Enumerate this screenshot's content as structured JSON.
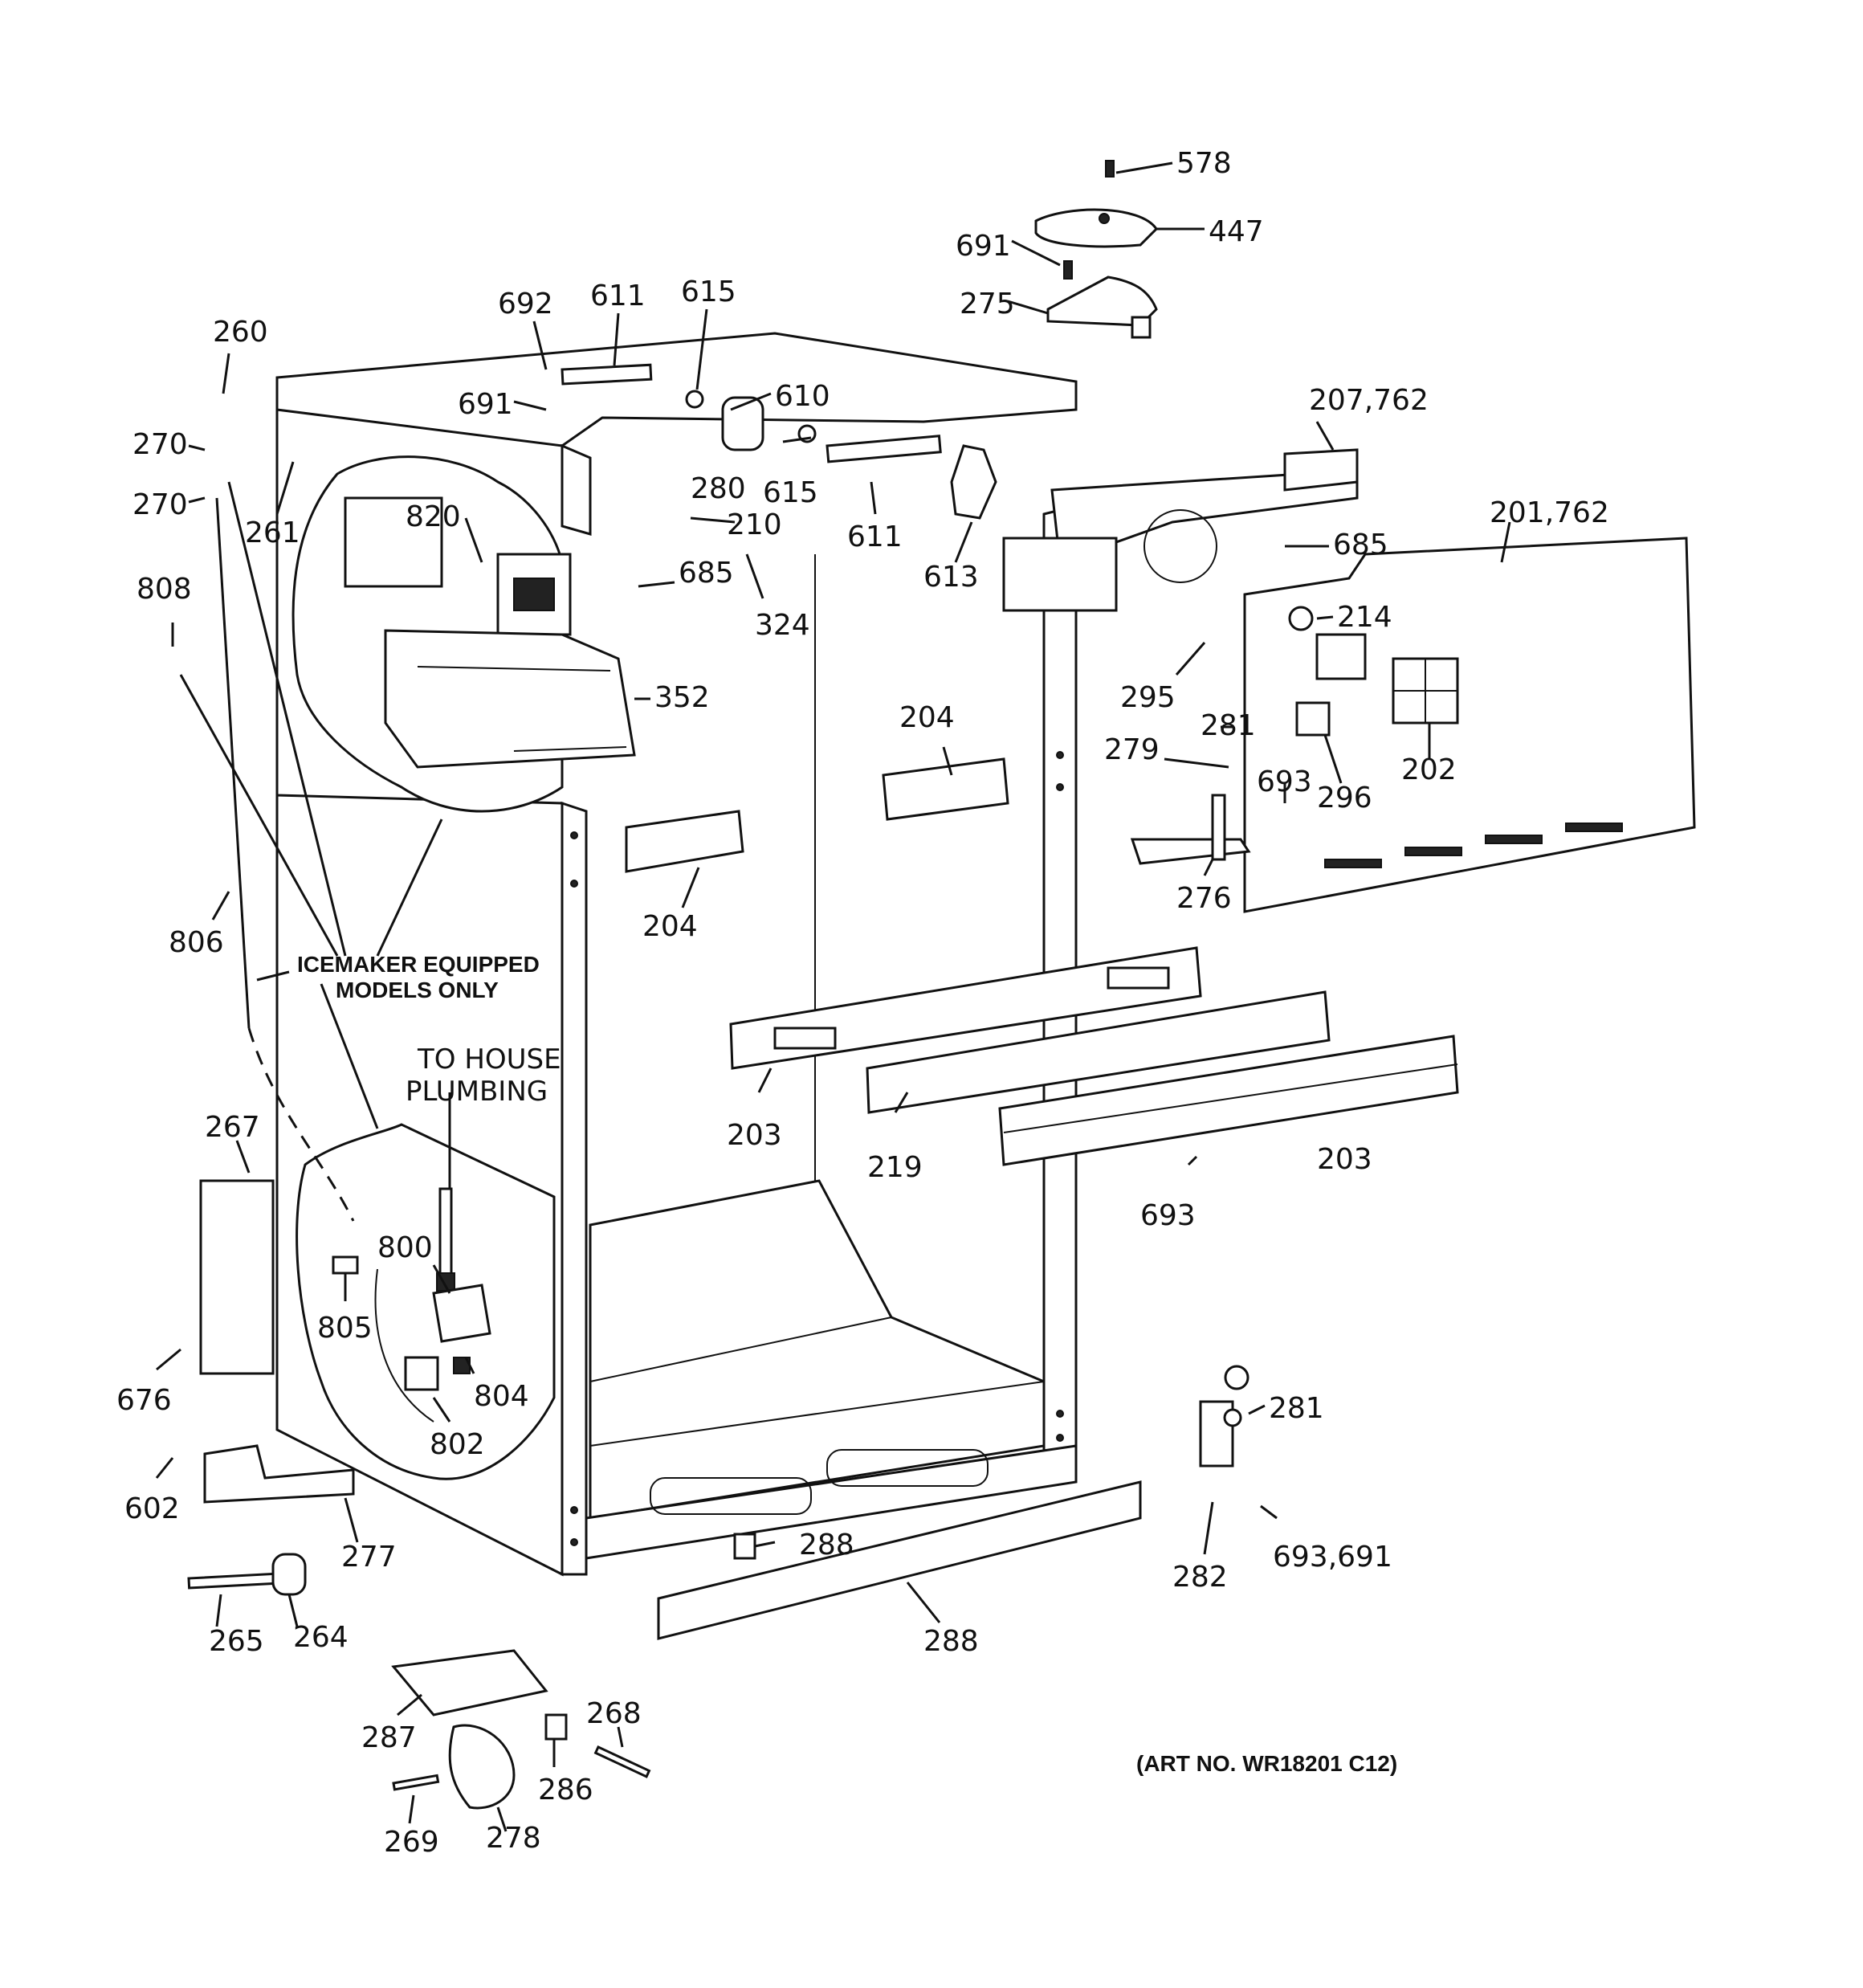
{
  "diagram": {
    "art_number": "(ART NO. WR18201 C12)",
    "notes": {
      "icemaker_line1": "ICEMAKER EQUIPPED",
      "icemaker_line2": "MODELS ONLY",
      "plumbing_line1": "TO HOUSE",
      "plumbing_line2": "PLUMBING"
    },
    "labels": {
      "p578": "578",
      "p447": "447",
      "p691a": "691",
      "p275": "275",
      "p692": "692",
      "p611a": "611",
      "p615a": "615",
      "p260": "260",
      "p691b": "691",
      "p610": "610",
      "p207": "207,762",
      "p270a": "270",
      "p615b": "615",
      "p280": "280",
      "p270b": "270",
      "p261": "261",
      "p820": "820",
      "p210": "210",
      "p611b": "611",
      "p201": "201,762",
      "p685a": "685",
      "p613": "613",
      "p685b": "685",
      "p808": "808",
      "p324": "324",
      "p214": "214",
      "p352": "352",
      "p295": "295",
      "p204a": "204",
      "p281a": "281",
      "p279": "279",
      "p693a": "693",
      "p296": "296",
      "p202": "202",
      "p276": "276",
      "p204b": "204",
      "p806": "806",
      "p203a": "203",
      "p219": "219",
      "p203b": "203",
      "p693b": "693",
      "p267": "267",
      "p800": "800",
      "p805": "805",
      "p676": "676",
      "p804": "804",
      "p802": "802",
      "p281b": "281",
      "p602": "602",
      "p277": "277",
      "p288a": "288",
      "p282": "282",
      "p693c": "693,691",
      "p265": "265",
      "p264": "264",
      "p288b": "288",
      "p268": "268",
      "p287": "287",
      "p286": "286",
      "p269": "269",
      "p278": "278"
    }
  }
}
